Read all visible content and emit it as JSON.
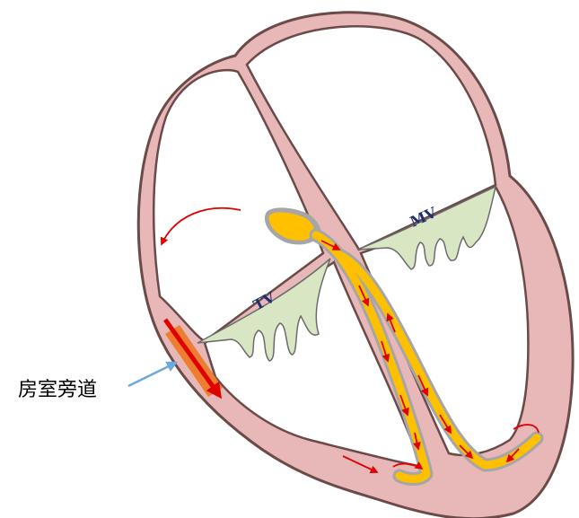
{
  "labels": {
    "accessory_pathway": "房室旁道",
    "tricuspid_valve": "TV",
    "mitral_valve": "MV"
  },
  "colors": {
    "myocardium_fill": "#e8b7b7",
    "myocardium_stroke": "#6b4a4a",
    "valve_fill": "#d9e6c4",
    "conduction_fill": "#ffc000",
    "conduction_outline": "#a6a6a6",
    "arrow_red": "#e00000",
    "pathway_orange": "#ed7d31",
    "pointer_blue": "#6fa8dc",
    "valve_text": "#1f2f6e"
  }
}
